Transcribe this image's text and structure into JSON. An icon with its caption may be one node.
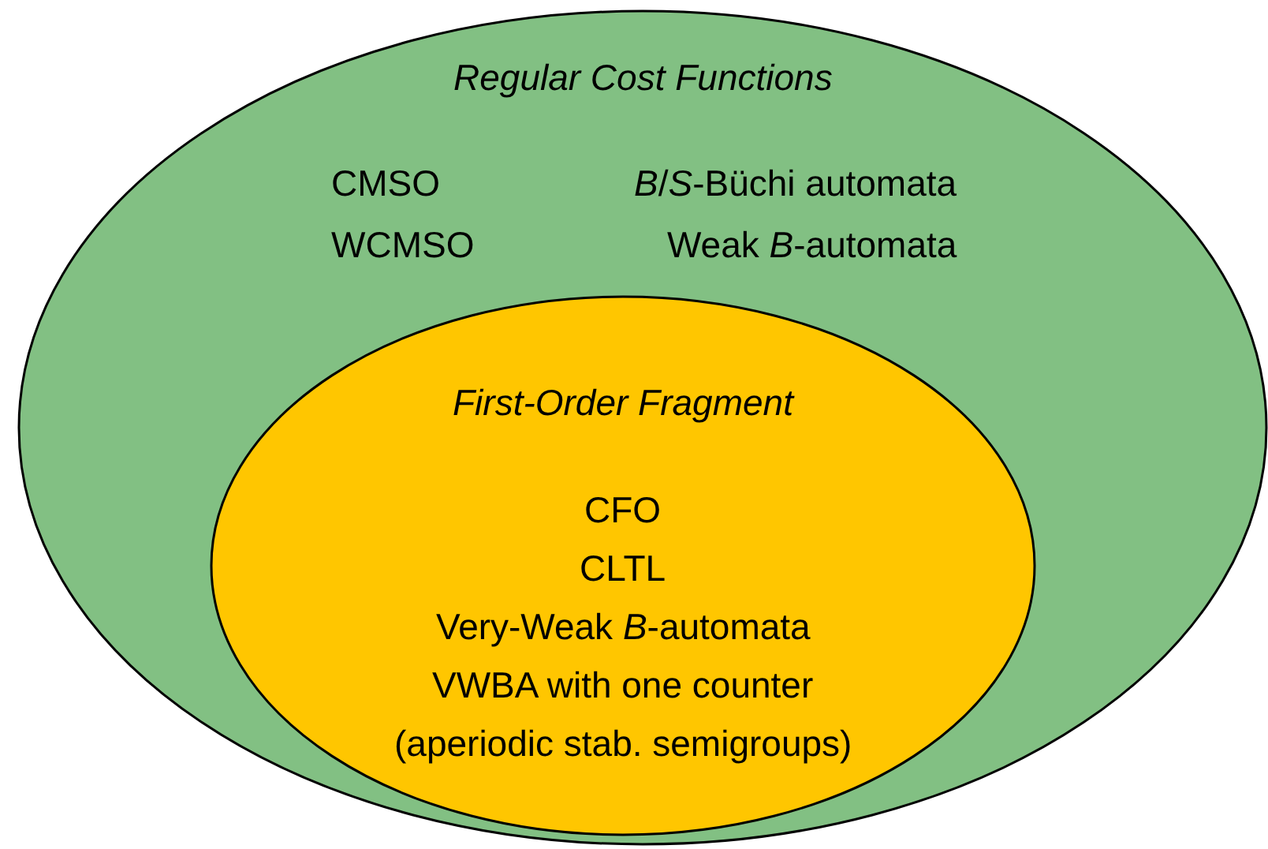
{
  "diagram": {
    "nodes": [
      {
        "text": [
          "Regular Cost Functions",
          "CMSO",
          "*B*/*S*-Büchi automata",
          "WCMSO",
          "Weak *B*-automata"
        ]
      },
      {
        "text": [
          "First-Order Fragment",
          "CFO",
          "CLTL",
          "Very-Weak *B*-automata",
          "VWBA with one counter",
          "(aperiodic stab. semigroups)"
        ],
        "in": 0
      }
    ]
  }
}
